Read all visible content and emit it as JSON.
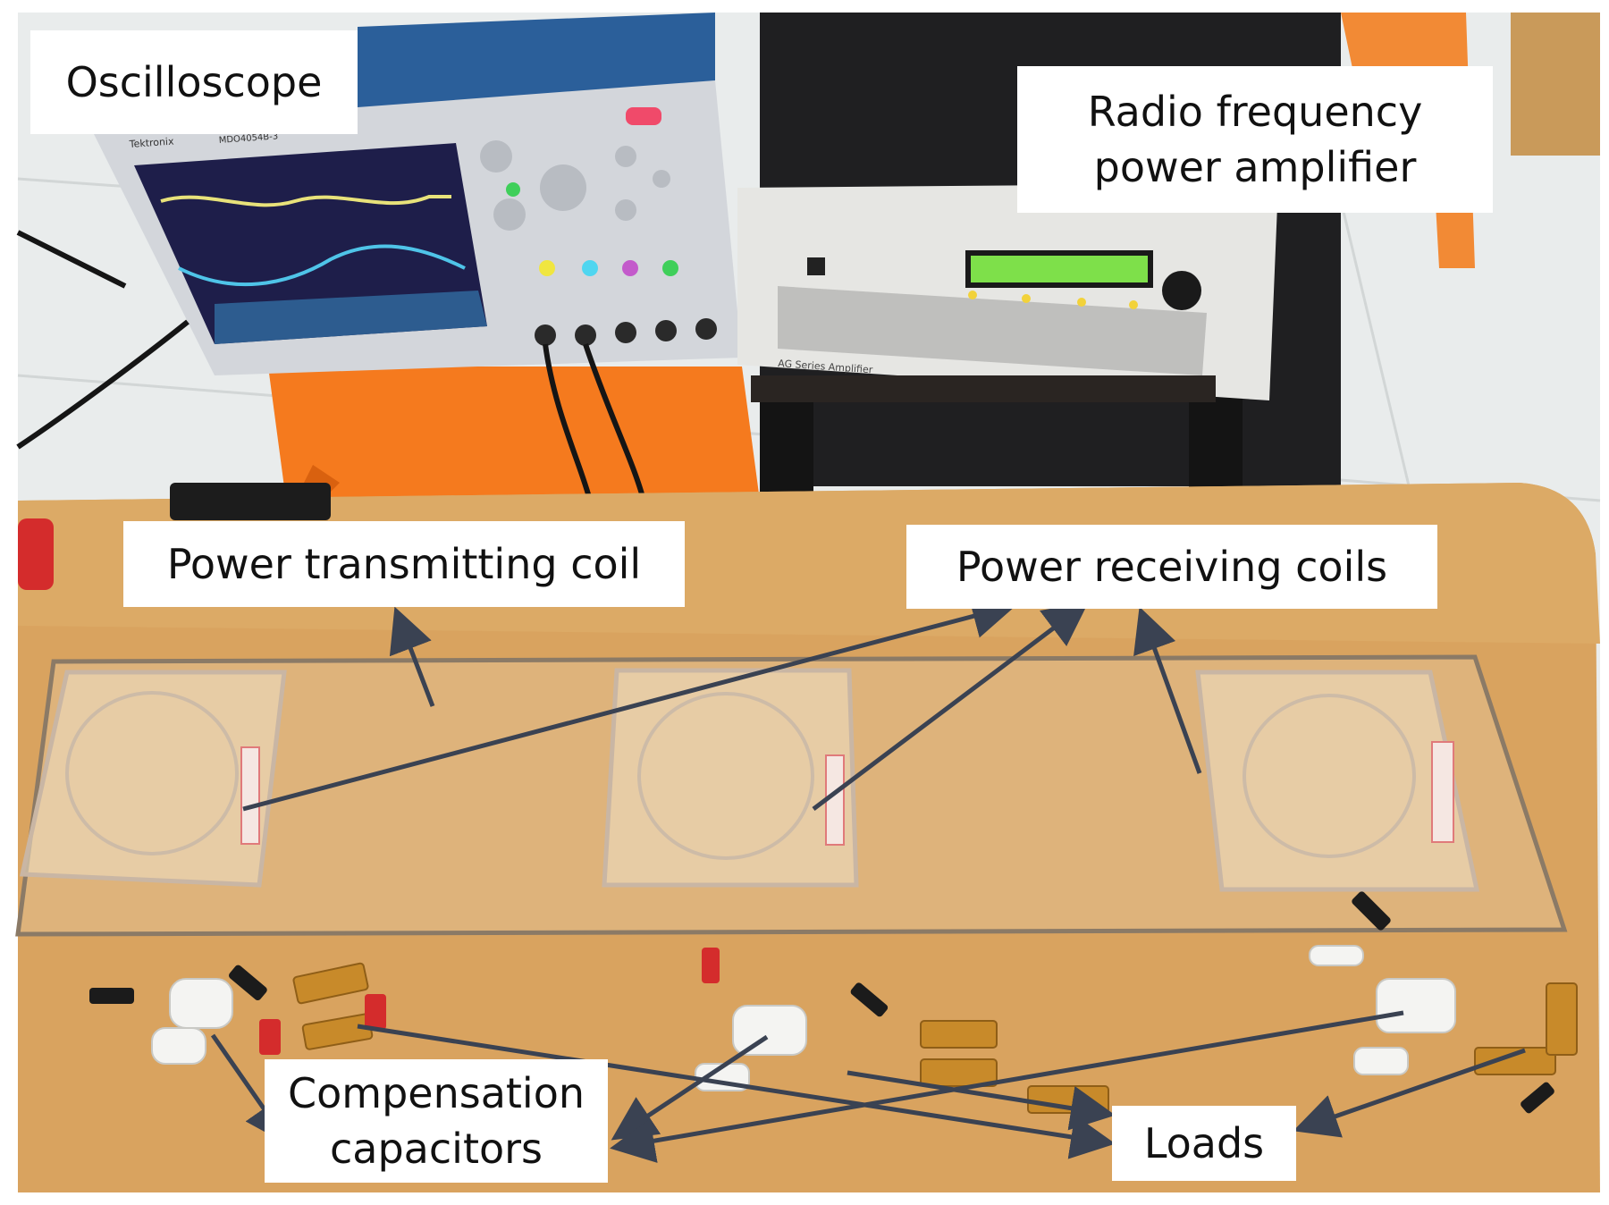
{
  "labels": {
    "oscilloscope": "Oscilloscope",
    "rf_amplifier_line1": "Radio frequency",
    "rf_amplifier_line2": "power amplifier",
    "transmitting_coil": "Power transmitting coil",
    "receiving_coils": "Power receiving coils",
    "compensation_line1": "Compensation",
    "compensation_line2": "capacitors",
    "loads": "Loads"
  },
  "device_text": {
    "oscilloscope_brand": "Tektronix",
    "oscilloscope_model": "MDO4054B-3",
    "amplifier_series": "AG Series Amplifier"
  },
  "colors": {
    "table_wood": "#d9a35f",
    "floor": "#e9ecec",
    "amplifier_panel": "#e6e6e3",
    "amplifier_display": "#7ee04a",
    "stool_orange": "#f57a1e",
    "screen_bg": "#1e1e4a",
    "trace_yellow": "#e8e27a",
    "trace_cyan": "#4fc4e8",
    "arrow": "#3a4252",
    "gold_resistor": "#c88a2a"
  }
}
